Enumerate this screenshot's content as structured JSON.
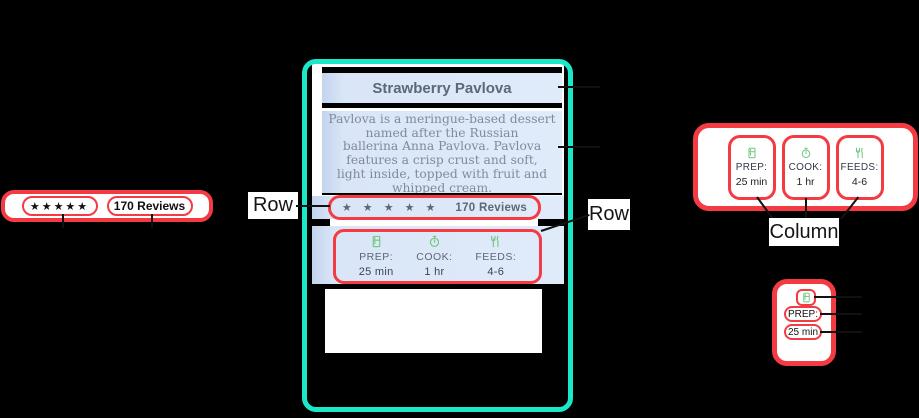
{
  "rating_row_diagram": {
    "stars": "★★★★★",
    "reviews_label": "170 Reviews",
    "caption": "Row"
  },
  "card": {
    "title": "Strawberry Pavlova",
    "description": "Pavlova is a meringue-based dessert\nnamed after the Russian\nballerina Anna Pavlova. Pavlova\nfeatures a crisp crust and soft,\nlight inside, topped with fruit and\nwhipped cream.",
    "rating_row": {
      "stars": "★ ★ ★ ★ ★",
      "reviews_label": "170 Reviews",
      "caption": "Row"
    },
    "stats_row": {
      "items": [
        {
          "icon": "kitchen-icon",
          "label": "PREP:",
          "value": "25 min"
        },
        {
          "icon": "timer-icon",
          "label": "COOK:",
          "value": "1 hr"
        },
        {
          "icon": "restaurant-icon",
          "label": "FEEDS:",
          "value": "4-6"
        }
      ]
    }
  },
  "column_diagram": {
    "caption": "Column",
    "items": [
      {
        "icon": "kitchen-icon",
        "label": "PREP:",
        "value": "25 min"
      },
      {
        "icon": "timer-icon",
        "label": "COOK:",
        "value": "1 hr"
      },
      {
        "icon": "restaurant-icon",
        "label": "FEEDS:",
        "value": "4-6"
      }
    ]
  },
  "prep_column_diagram": {
    "icon": "kitchen-icon",
    "label": "PREP:",
    "value": "25 min"
  },
  "colors": {
    "highlight_red": "#f43b43",
    "frame_teal": "#1be8c9",
    "section_blue": "#dce8f8",
    "icon_green": "#6ec57b"
  }
}
